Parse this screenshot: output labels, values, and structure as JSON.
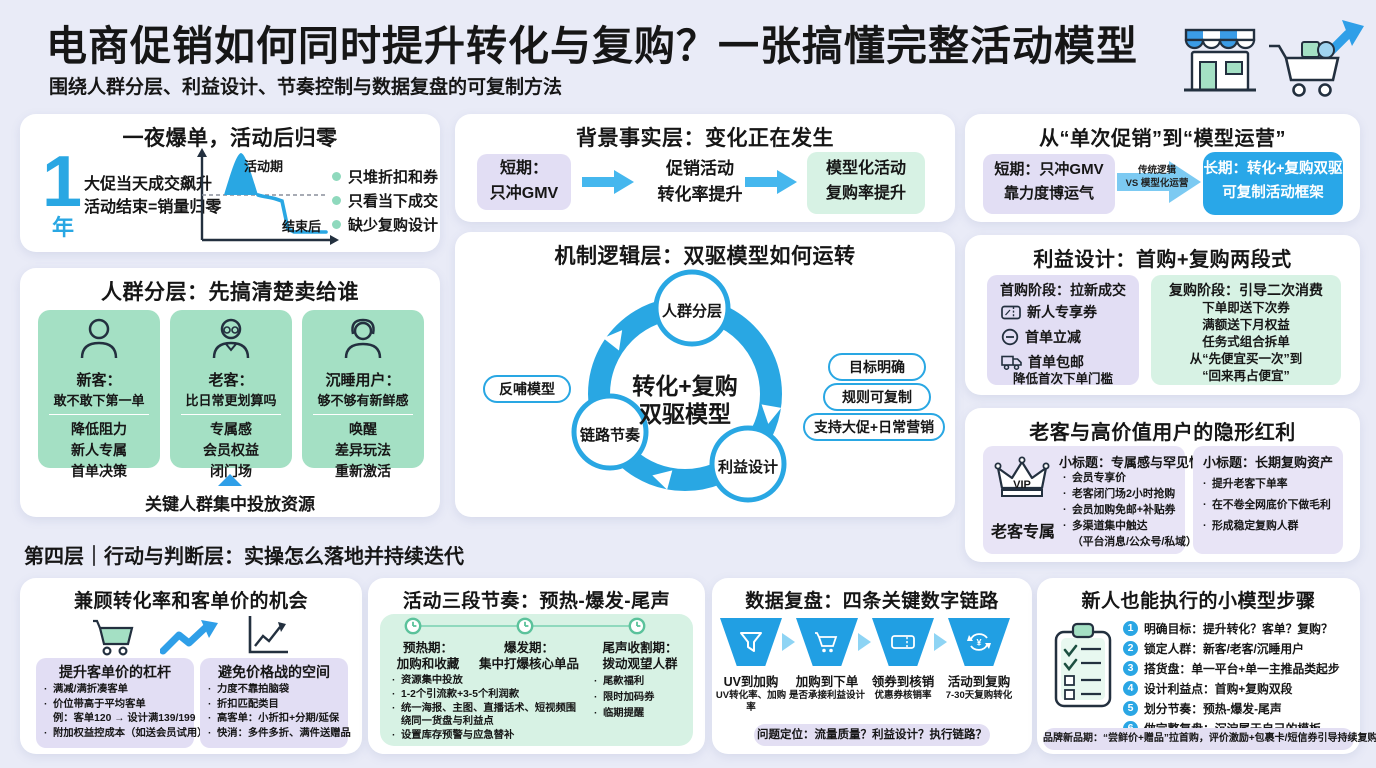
{
  "colors": {
    "bg": "#e9ebf7",
    "card": "#ffffff",
    "accent_blue": "#29a7e3",
    "green_box": "#a4e0c4",
    "light_green": "#d7f2e4",
    "purple": "#e2def4",
    "blue_box": "#29a7e8",
    "funnel_blue": "#219fe3",
    "dot_green": "#8fd9bd"
  },
  "header": {
    "title": "电商促销如何同时提升转化与复购？一张搞懂完整活动模型",
    "subtitle": "围绕人群分层、利益设计、节奏控制与数据复盘的可复制方法",
    "icons": [
      "storefront-icon",
      "cart-growth-icon"
    ]
  },
  "pain": {
    "title": "一夜爆单，活动后归零",
    "number": "1",
    "unit": "年",
    "line1": "大促当天成交飙升",
    "line2": "活动结束=销量归零",
    "chart": {
      "peak_label": "活动期",
      "end_label": "结束后"
    },
    "bullets": [
      "只堆折扣和券",
      "只看当下成交",
      "缺少复购设计"
    ]
  },
  "segments": {
    "title": "人群分层：先搞清楚卖给谁",
    "groups": [
      {
        "icon": "new-customer-icon",
        "name": "新客：",
        "question": "敢不敢下第一单",
        "p1": "降低阻力",
        "p2": "新人专属",
        "p3": "首单决策"
      },
      {
        "icon": "old-customer-icon",
        "name": "老客：",
        "question": "比日常更划算吗",
        "p1": "专属感",
        "p2": "会员权益",
        "p3": "闭门场"
      },
      {
        "icon": "dormant-user-icon",
        "name": "沉睡用户：",
        "question": "够不够有新鲜感",
        "p1": "唤醒",
        "p2": "差异玩法",
        "p3": "重新激活"
      }
    ],
    "footer": "关键人群集中投放资源"
  },
  "background": {
    "title": "背景事实层：变化正在发生",
    "s1l1": "短期：",
    "s1l2": "只冲GMV",
    "s2l1": "促销活动",
    "s2l2": "转化率提升",
    "s3l1": "模型化活动",
    "s3l2": "复购率提升"
  },
  "mechanism": {
    "title": "机制逻辑层：双驱模型如何运转",
    "center1": "转化+复购",
    "center2": "双驱模型",
    "node_top": "人群分层",
    "node_left": "链路节奏",
    "node_right": "利益设计",
    "left_pill": "反哺模型",
    "pills": [
      "目标明确",
      "规则可复制",
      "支持大促+日常营销"
    ]
  },
  "shift": {
    "title": "从“单次促销”到“模型运营”",
    "l1": "短期：只冲GMV",
    "l2": "靠力度博运气",
    "a1": "传统逻辑",
    "a2": "VS 模型化运营",
    "r1": "长期：转化+复购双驱",
    "r2": "可复制活动框架"
  },
  "benefit": {
    "title": "利益设计：首购+复购两段式",
    "first_heading": "首购阶段：拉新成交",
    "first_items": [
      {
        "icon": "coupon-icon",
        "text": "新人专享券"
      },
      {
        "icon": "minus-circle-icon",
        "text": "首单立减"
      },
      {
        "icon": "truck-icon",
        "text": "首单包邮"
      }
    ],
    "first_footer": "降低首次下单门槛",
    "repeat_heading": "复购阶段：引导二次消费",
    "repeat_items": [
      "下单即送下次券",
      "满额送下月权益",
      "任务式组合拆单",
      "从“先便宜买一次”到",
      "“回来再占便宜”"
    ]
  },
  "vip": {
    "title": "老客与高价值用户的隐形红利",
    "badge": "VIP",
    "badge_caption": "老客专属",
    "col1_heading": "小标题：专属感与罕见性",
    "col1_items": [
      "会员专享价",
      "老客闭门场2小时抢购",
      "会员加购免邮+补贴券",
      "多渠道集中触达"
    ],
    "col1_note": "（平台消息/公众号/私域）",
    "col2_heading": "小标题：长期复购资产",
    "col2_items": [
      "提升老客下单率",
      "在不卷全网底价下做毛利",
      "形成稳定复购人群"
    ]
  },
  "section4": {
    "label": "第四层｜行动与判断层：实操怎么落地并持续迭代"
  },
  "aov": {
    "title": "兼顾转化率和客单价的机会",
    "icons": [
      "cart-icon",
      "trend-arrow-icon",
      "line-chart-icon"
    ],
    "left_heading": "提升客单价的杠杆",
    "left_items": [
      "满减/满折凑客单",
      "价位带高于平均客单"
    ],
    "left_example": "例：客单120 → 设计满139/199",
    "left_item_last": "附加权益控成本（如送会员试用）",
    "right_heading": "避免价格战的空间",
    "right_items": [
      "力度不靠拍脑袋",
      "折扣匹配类目",
      "高客单：小折扣+分期/延保",
      "快消：多件多折、满件送赠品"
    ]
  },
  "rhythm": {
    "title": "活动三段节奏：预热-爆发-尾声",
    "p1n": "预热期：",
    "p1d": "加购和收藏",
    "p2n": "爆发期：",
    "p2d": "集中打爆核心单品",
    "p3n": "尾声收割期：",
    "p3d": "拨动观望人群",
    "left_bullets": [
      "资源集中投放",
      "1-2个引流款+3-5个利润款",
      "统一海报、主图、直播话术、短视频围绕同一货盘与利益点",
      "设置库存预警与应急替补"
    ],
    "right_bullets": [
      "尾款福利",
      "限时加码券",
      "临期提醒"
    ]
  },
  "data_review": {
    "title": "数据复盘：四条关键数字链路",
    "funnels": [
      {
        "icon": "funnel-icon",
        "label": "UV到加购",
        "sub": "UV转化率、加购率"
      },
      {
        "icon": "cart-icon",
        "label": "加购到下单",
        "sub": "是否承接利益设计"
      },
      {
        "icon": "ticket-icon",
        "label": "领券到核销",
        "sub": "优惠券核销率"
      },
      {
        "icon": "repeat-yen-icon",
        "label": "活动到复购",
        "sub": "7-30天复购转化"
      }
    ],
    "footer": "问题定位：流量质量？利益设计？执行链路？"
  },
  "steps": {
    "title": "新人也能执行的小模型步骤",
    "icon": "clipboard-checklist-icon",
    "items": [
      {
        "num": "1",
        "text": "明确目标：提升转化？客单？复购？"
      },
      {
        "num": "2",
        "text": "锁定人群：新客/老客/沉睡用户"
      },
      {
        "num": "3",
        "text": "搭货盘：单一平台+单一主推品类起步"
      },
      {
        "num": "4",
        "text": "设计利益点：首购+复购双段"
      },
      {
        "num": "5",
        "text": "划分节奏：预热-爆发-尾声"
      },
      {
        "num": "6",
        "text": "做完整复盘：沉淀属于自己的模板"
      }
    ],
    "footer": "品牌新品期：“尝鲜价+赠品”拉首购，评价激励+包裹卡/短信券引导持续复购"
  }
}
